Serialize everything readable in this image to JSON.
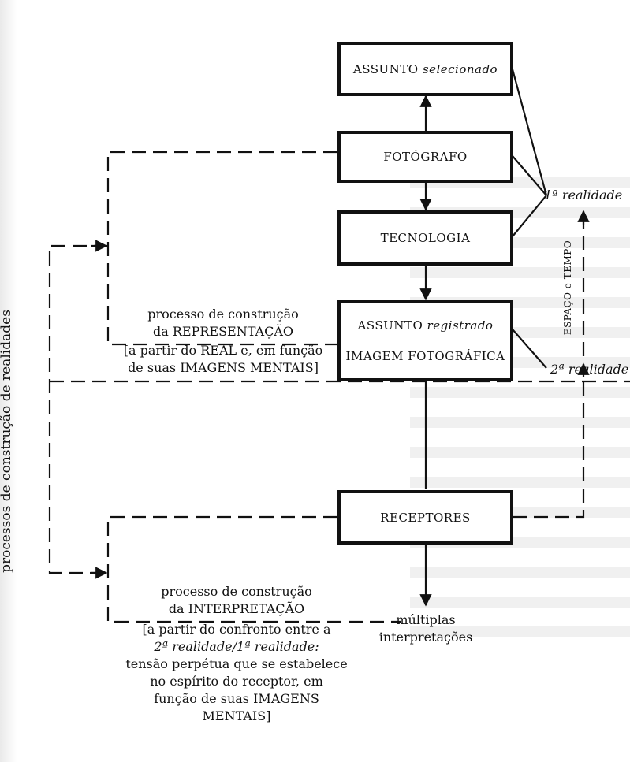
{
  "boxes": {
    "assunto_selecionado": {
      "prefix": "ASSUNTO",
      "suffix": "selecionado"
    },
    "fotografo": "FOTÓGRAFO",
    "tecnologia": "TECNOLOGIA",
    "assunto_registrado": {
      "prefix": "ASSUNTO",
      "suffix": "registrado"
    },
    "imagem_fotografica": "IMAGEM FOTOGRÁFICA",
    "receptores": "RECEPTORES"
  },
  "labels": {
    "primeira_realidade": "1ª realidade",
    "segunda_realidade": "2ª realidade",
    "espaco_tempo": "ESPAÇO e TEMPO",
    "processos_construcao": "processos de construção de realidades",
    "multiplas_interpretacoes": [
      "múltiplas",
      "interpretações"
    ]
  },
  "representacao": {
    "line1": "processo de construção",
    "line2_prefix": "da",
    "line2_sc": "REPRESENTAÇÃO",
    "line3_a": "[a partir do",
    "line3_sc": "REAL",
    "line3_b": "e, em função",
    "line4_a": "de suas",
    "line4_sc": "IMAGENS MENTAIS",
    "line4_b": "]"
  },
  "interpretacao": {
    "line1": "processo de construção",
    "line2_prefix": "da",
    "line2_sc": "INTERPRETAÇÃO",
    "line3": "[a partir do confronto entre a",
    "line4": "2ª realidade/1ª realidade:",
    "line5": "tensão perpétua que se estabelece",
    "line6": "no espírito do receptor, em",
    "line7_a": "função de suas",
    "line7_sc": "IMAGENS MENTAIS",
    "line7_b": "]"
  }
}
